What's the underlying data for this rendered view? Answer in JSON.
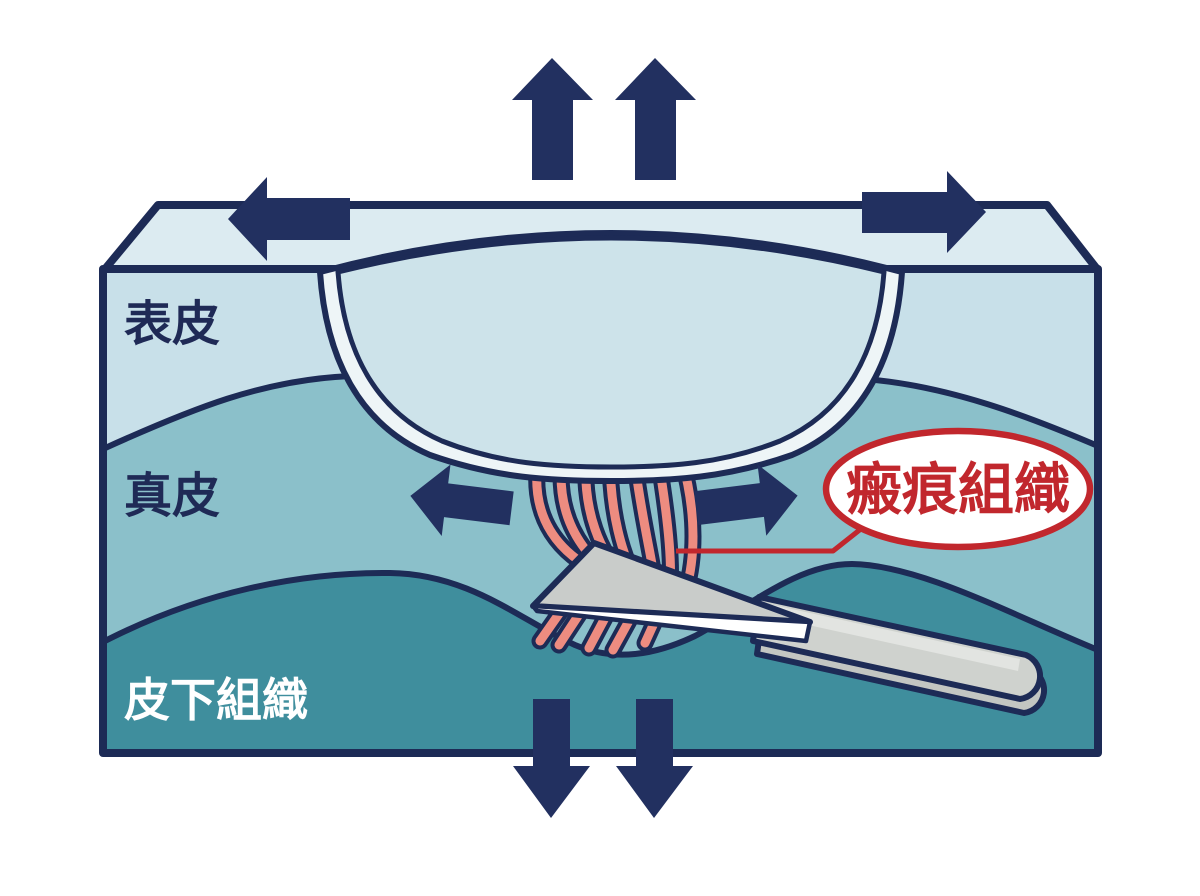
{
  "diagram": {
    "title": "skin-cross-section-scar-subcision",
    "labels": {
      "epidermis": "表皮",
      "dermis": "真皮",
      "subcutaneous": "皮下組織",
      "scar_callout": "瘢痕組織"
    },
    "arrows": [
      "up",
      "up",
      "left",
      "right",
      "inward-left",
      "inward-right",
      "down",
      "down"
    ],
    "colors": {
      "background": "#ffffff",
      "navy_outline": "#1d2b56",
      "navy_arrow": "#223060",
      "top_face": "#dcebf1",
      "epidermis": "#c8e0e9",
      "dermis": "#8bc0ca",
      "subcutaneous": "#3f8e9d",
      "crater_interior": "#cde3ea",
      "crater_rim": "#eef5f7",
      "scar_strand_pink": "#ed8c80",
      "blade_gray": "#c9ccca",
      "handle_gray": "#cfd2ce",
      "callout_red": "#c1272d",
      "callout_fill": "#ffffff"
    }
  }
}
